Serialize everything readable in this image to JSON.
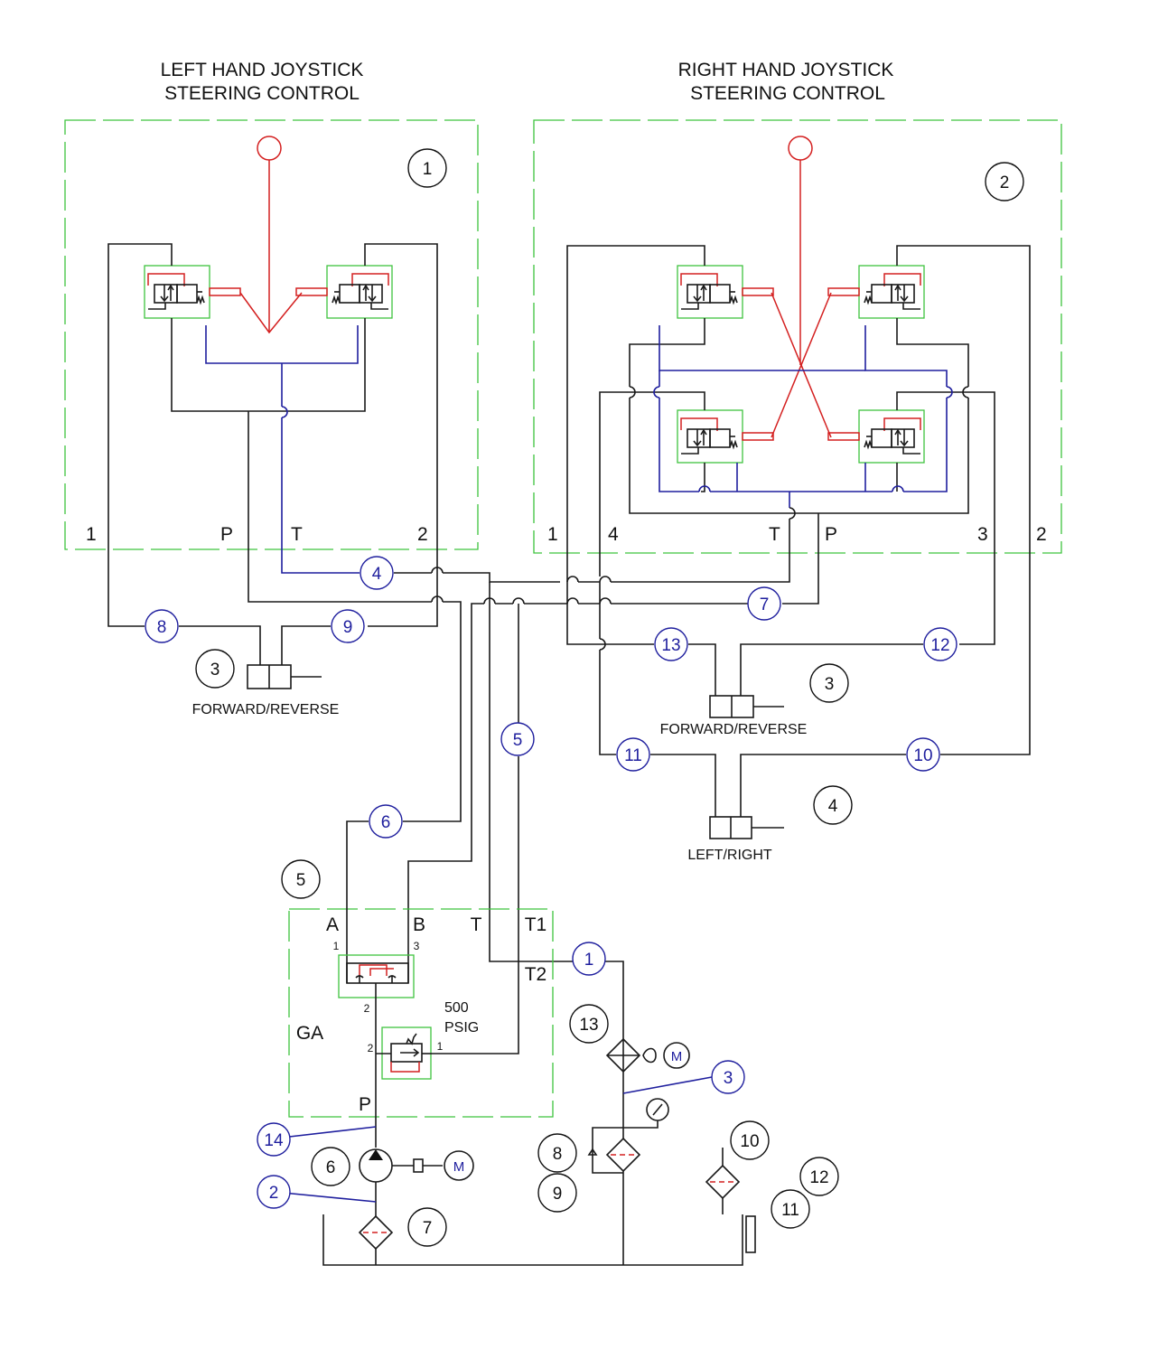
{
  "titles": {
    "left_line1": "LEFT HAND JOYSTICK",
    "left_line2": "STEERING CONTROL",
    "right_line1": "RIGHT HAND JOYSTICK",
    "right_line2": "STEERING CONTROL"
  },
  "left_ports": {
    "p1": "1",
    "pP": "P",
    "pT": "T",
    "p2": "2"
  },
  "right_ports": {
    "p1": "1",
    "p4": "4",
    "pT": "T",
    "pP": "P",
    "p3": "3",
    "p2": "2"
  },
  "actuator_labels": {
    "fr_left": "FORWARD/REVERSE",
    "fr_right": "FORWARD/REVERSE",
    "lr": "LEFT/RIGHT"
  },
  "manifold": {
    "A": "A",
    "B": "B",
    "T": "T",
    "T1": "T1",
    "T2": "T2",
    "P": "P",
    "GA": "GA",
    "pressure_value": "500",
    "pressure_unit": "PSIG",
    "pin_a": "1",
    "pin_b": "3",
    "pin_2a": "2",
    "pin_2b": "2",
    "pin_1": "1"
  },
  "motor_label": "M",
  "components": {
    "c1": "1",
    "c2": "2",
    "c3a": "3",
    "c3b": "3",
    "c4": "4",
    "c5": "5",
    "c6": "6",
    "c7": "7",
    "c8": "8",
    "c9": "9",
    "c10": "10",
    "c11": "11",
    "c12": "12",
    "c13": "13"
  },
  "lines": {
    "l1": "1",
    "l2": "2",
    "l3": "3",
    "l4": "4",
    "l5": "5",
    "l6": "6",
    "l7": "7",
    "l8": "8",
    "l9": "9",
    "l10": "10",
    "l11": "11",
    "l12": "12",
    "l13": "13",
    "l14": "14"
  }
}
